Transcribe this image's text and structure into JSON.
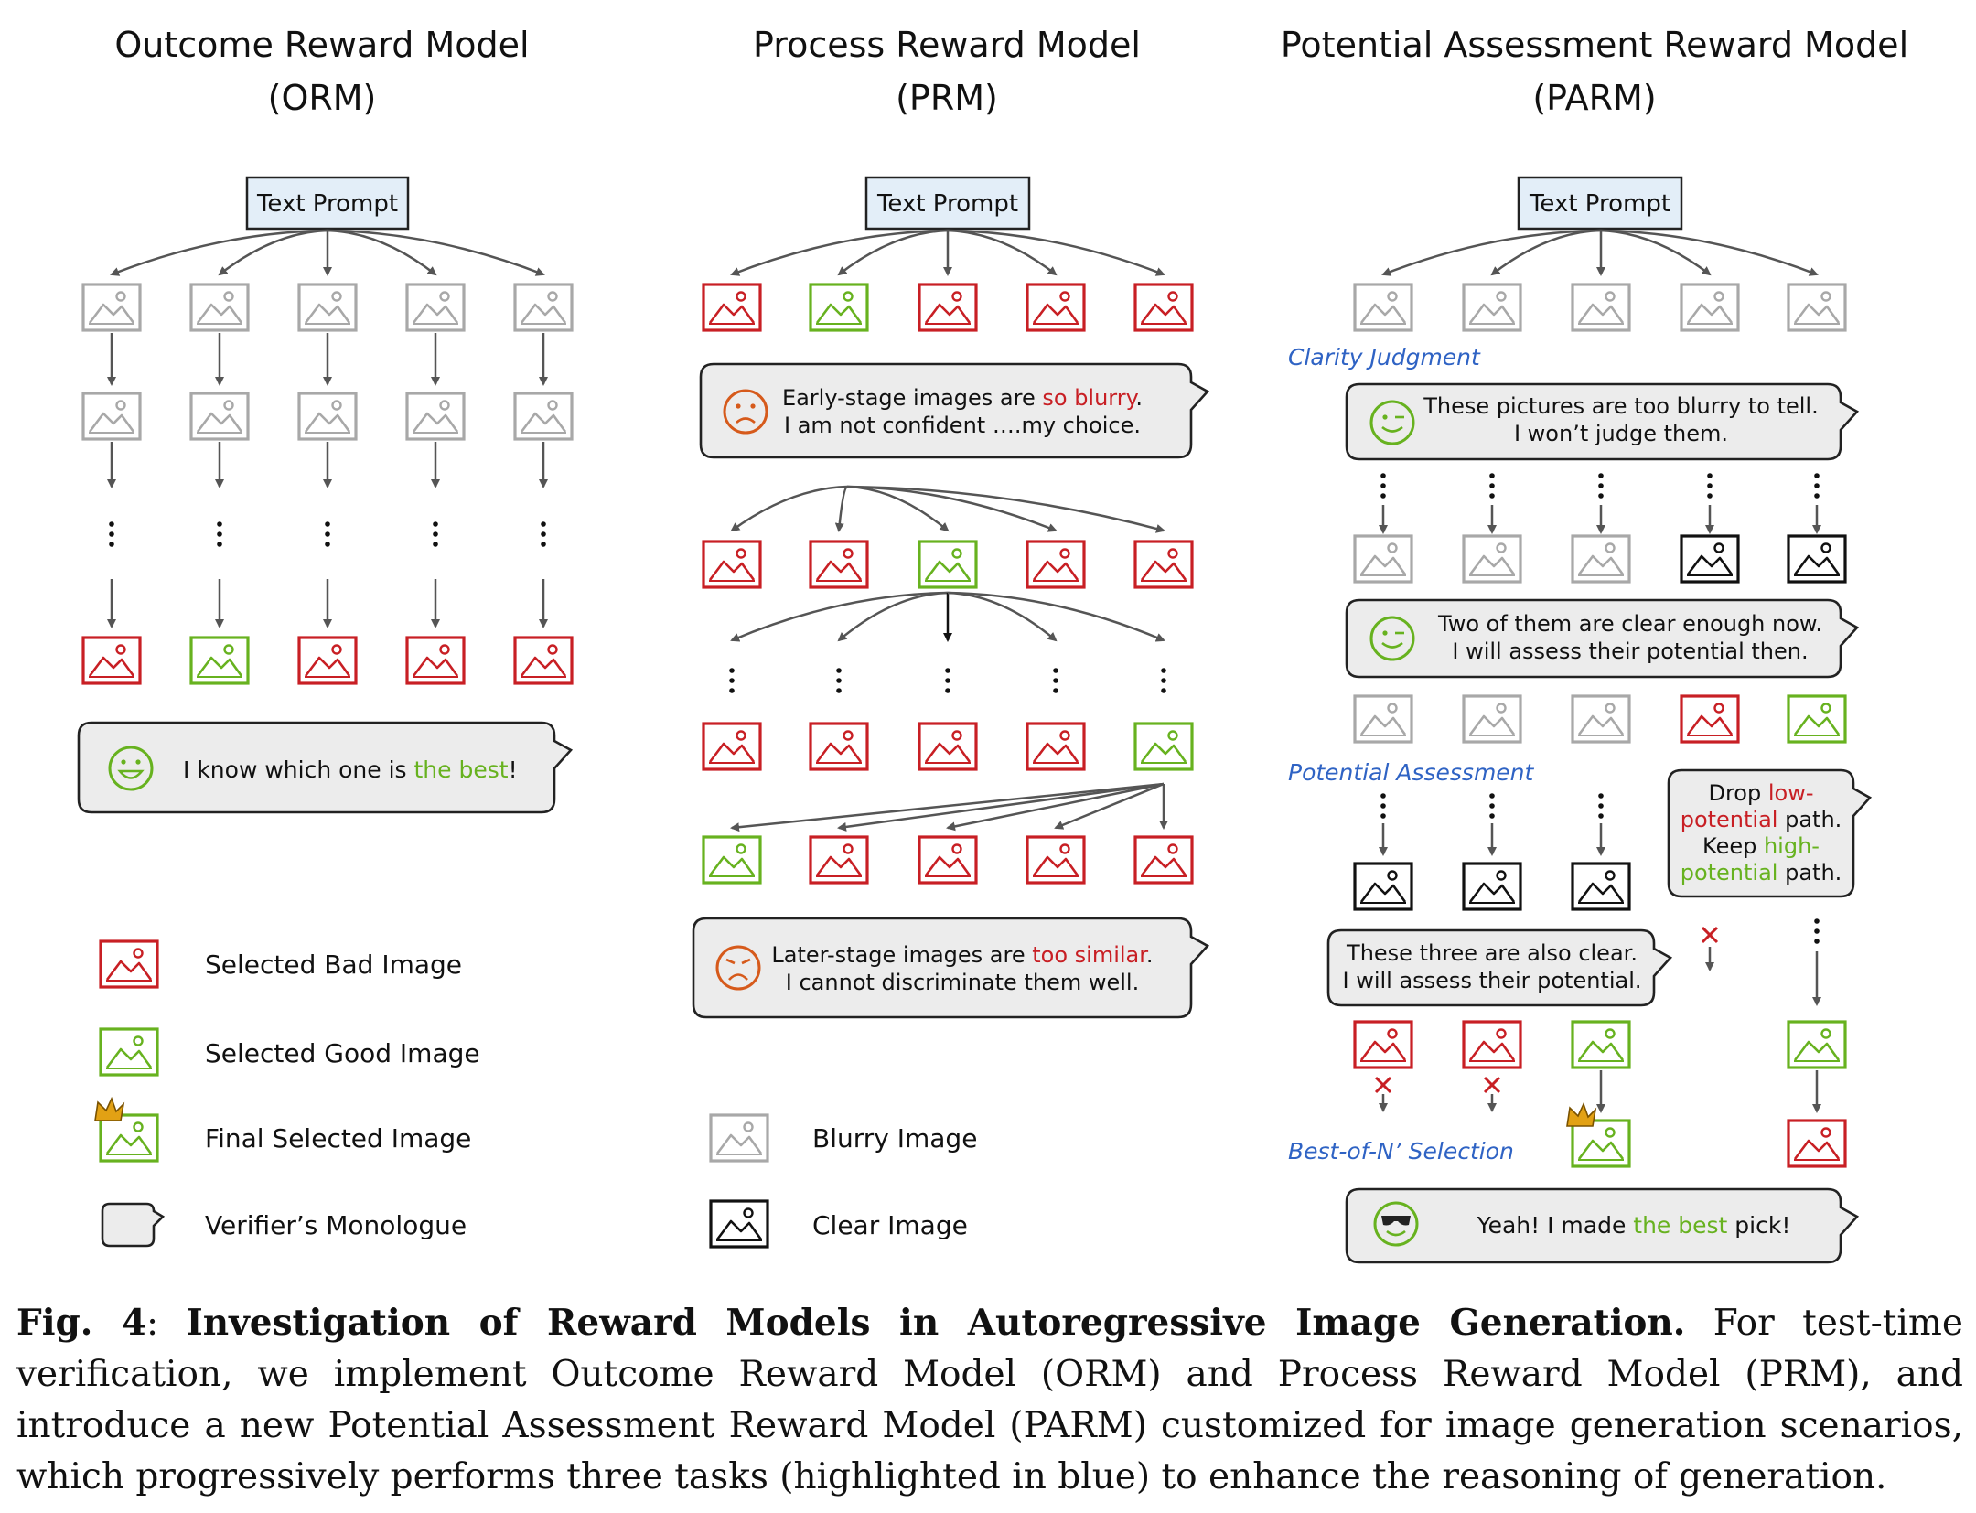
{
  "colors": {
    "bad": "#c81f24",
    "good": "#67b21f",
    "blurry": "#a8a8a8",
    "clear": "#111111",
    "prompt_fill": "#e3eef8",
    "bubble_fill": "#ececec",
    "task_blue": "#2f63c4",
    "crown": "#e2a114"
  },
  "headers": {
    "orm_title": "Outcome Reward Model",
    "orm_abbr": "(ORM)",
    "prm_title": "Process Reward Model",
    "prm_abbr": "(PRM)",
    "parm_title": "Potential Assessment Reward Model",
    "parm_abbr": "(PARM)"
  },
  "prompt_label": "Text Prompt",
  "orm": {
    "bubble": {
      "prefix": "I know which one is ",
      "highlight": "the best",
      "suffix": "!"
    }
  },
  "prm": {
    "bubble1": {
      "line1_prefix": "Early-stage images  are ",
      "line1_highlight": "so blurry",
      "line1_suffix": ".",
      "line2": "I am not confident ….my choice."
    },
    "bubble2": {
      "line1_prefix": "Later-stage images are ",
      "line1_highlight": "too similar",
      "line1_suffix": ".",
      "line2": "I cannot discriminate them well."
    }
  },
  "parm": {
    "task1": "Clarity Judgment",
    "task2": "Potential Assessment",
    "task3": "Best-of-N’ Selection",
    "bubble1": {
      "line1": "These pictures are too blurry to tell.",
      "line2": "I won’t judge them."
    },
    "bubble2": {
      "line1": "Two of them are clear enough now.",
      "line2": "I will assess their potential then."
    },
    "bubble3": {
      "line1": "These three are also clear.",
      "line2": "I will assess their potential."
    },
    "bubble4": {
      "l1_prefix": "Drop ",
      "l1_red": "low-",
      "l2_red": "potential",
      "l2_suffix": " path.",
      "l3_prefix": "Keep  ",
      "l3_green": "high-",
      "l4_green": "potential",
      "l4_suffix": " path."
    },
    "bubble5": {
      "prefix": "Yeah! I made ",
      "highlight": "the best",
      "suffix": " pick!"
    }
  },
  "legend": {
    "bad": "Selected Bad Image",
    "good": "Selected Good Image",
    "final": "Final Selected Image",
    "monologue": "Verifier’s Monologue",
    "blurry": "Blurry Image",
    "clear": "Clear Image"
  },
  "caption": {
    "fig": "Fig. 4",
    "colon": ": ",
    "title": "Investigation of Reward Models in Autoregressive Image Generation.",
    "body": " For test-time verification, we implement Outcome Reward Model (ORM) and Process Reward Model (PRM), and introduce a new Potential Assessment Reward Model (PARM) customized for image generation scenarios, which progressively performs three tasks (highlighted in blue) to enhance the reasoning of generation."
  }
}
